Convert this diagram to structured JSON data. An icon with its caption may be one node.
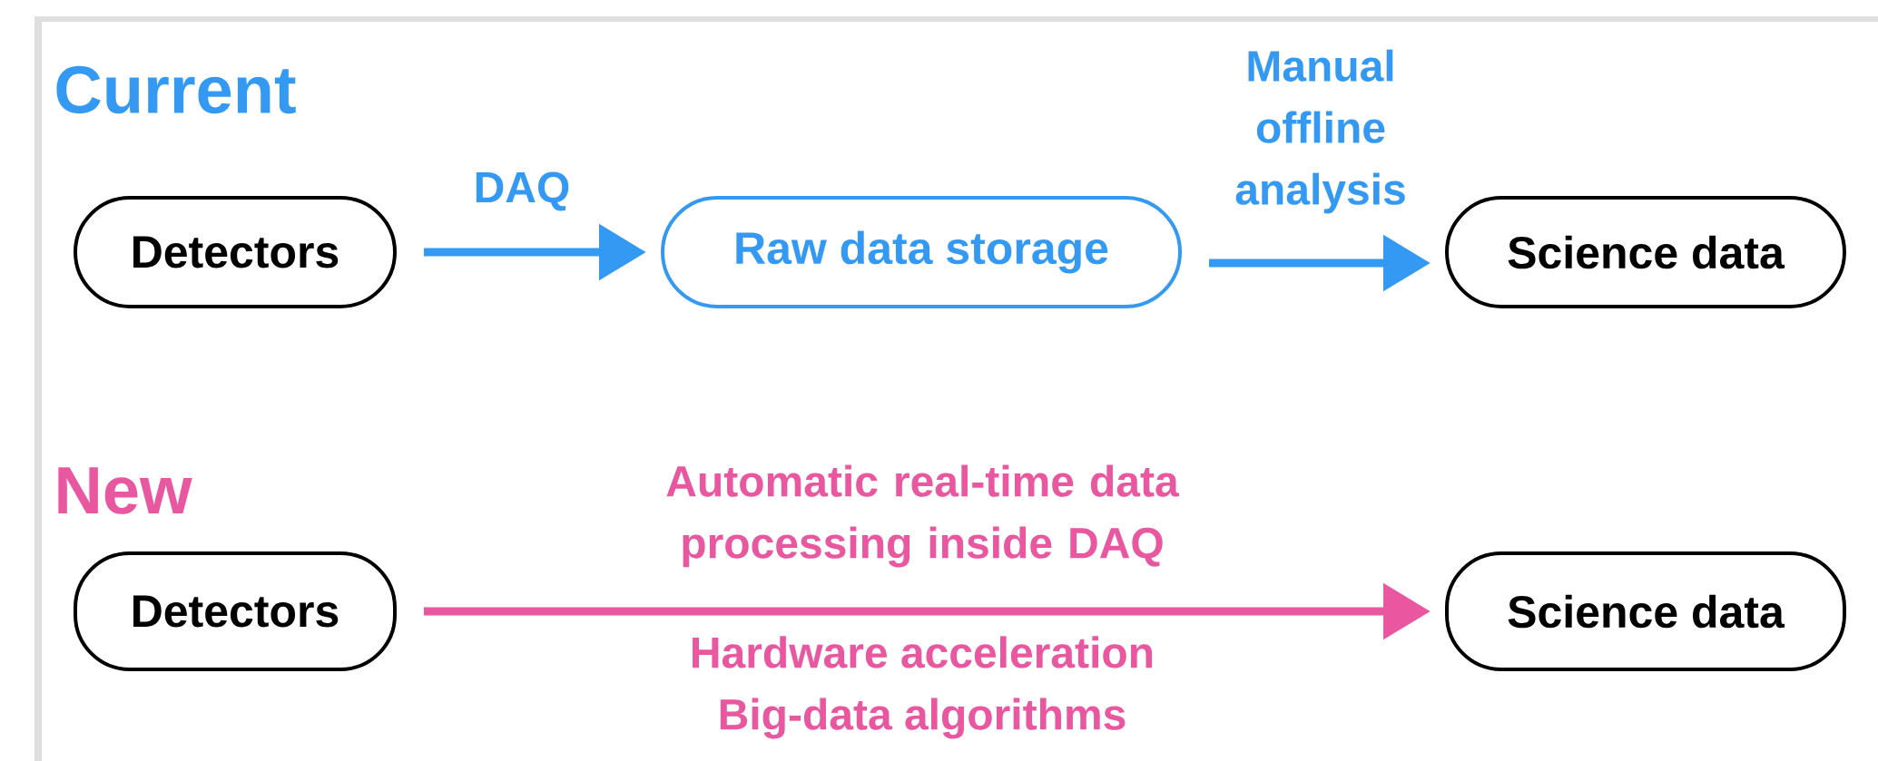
{
  "diagram": {
    "nodes": [
      {
        "text": [
          "Detectors"
        ]
      },
      {
        "text": [
          "Raw data storage"
        ]
      },
      {
        "text": [
          "Science data"
        ]
      },
      {
        "text": [
          "Detectors"
        ]
      },
      {
        "text": [
          "Science data"
        ]
      }
    ],
    "edges": [
      {
        "from": 0,
        "to": 1,
        "arrow": "to",
        "label": "DAQ",
        "color": "#3399f3"
      },
      {
        "from": 1,
        "to": 2,
        "arrow": "to",
        "label": "Manual offline analysis",
        "color": "#3399f3"
      },
      {
        "from": 3,
        "to": 4,
        "arrow": "to",
        "label": "Automatic real-time data processing inside DAQ",
        "color": "#e8579f"
      }
    ],
    "labels": [
      "Current",
      "New",
      "Hardware acceleration",
      "Big-data algorithms"
    ]
  }
}
